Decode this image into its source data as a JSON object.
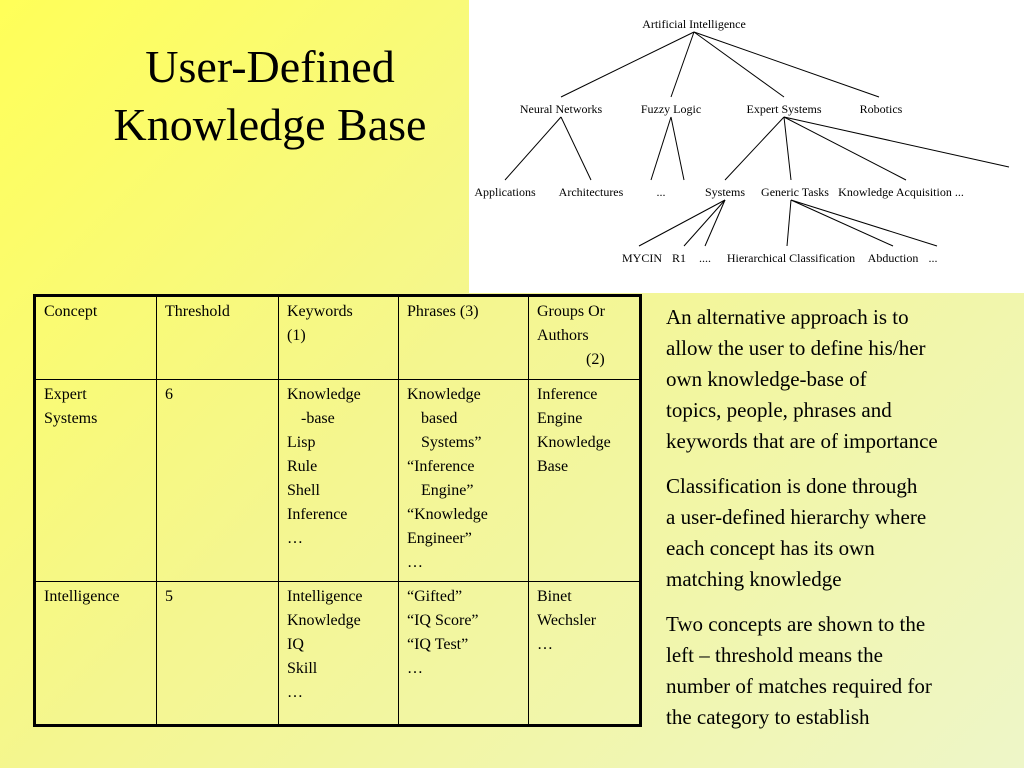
{
  "title": {
    "line1": "User-Defined",
    "line2": "Knowledge Base"
  },
  "tree": {
    "root": "Artificial Intelligence",
    "level1": [
      "Neural Networks",
      "Fuzzy Logic",
      "Expert Systems",
      "Robotics"
    ],
    "level2": [
      "Applications",
      "Architectures",
      "...",
      "Systems",
      "Generic Tasks",
      "Knowledge Acquisition ..."
    ],
    "level3": [
      "MYCIN",
      "R1",
      "....",
      "Hierarchical Classification",
      "Abduction",
      "..."
    ]
  },
  "table": {
    "headers": {
      "concept": "Concept",
      "threshold": "Threshold",
      "keywords": [
        "Keywords",
        "(1)"
      ],
      "phrases": "Phrases (3)",
      "groups": [
        "Groups Or",
        "Authors",
        "(2)"
      ]
    },
    "rows": [
      {
        "concept": [
          "Expert",
          "Systems"
        ],
        "threshold": "6",
        "keywords": [
          "Knowledge",
          "-base",
          "Lisp",
          "Rule",
          "Shell",
          "Inference",
          "…"
        ],
        "phrases": [
          "Knowledge",
          "based",
          "Systems”",
          "“Inference",
          "Engine”",
          "“Knowledge",
          "Engineer”",
          "…"
        ],
        "groups": [
          "Inference",
          "Engine",
          "Knowledge",
          "Base"
        ]
      },
      {
        "concept": [
          "Intelligence"
        ],
        "threshold": "5",
        "keywords": [
          "Intelligence",
          "Knowledge",
          "IQ",
          "Skill",
          "…"
        ],
        "phrases": [
          "“Gifted”",
          "“IQ Score”",
          "“IQ Test”",
          "…"
        ],
        "groups": [
          "Binet",
          "Wechsler",
          "…"
        ]
      }
    ]
  },
  "side_text": {
    "p1": [
      "An alternative approach is to",
      "allow the user to define his/her",
      "own knowledge-base of",
      "topics, people, phrases and",
      "keywords that are of importance"
    ],
    "p2": [
      "Classification is done through",
      "a user-defined hierarchy where",
      "each concept has its own",
      "matching knowledge"
    ],
    "p3": [
      "Two concepts are shown to the",
      "left – threshold means the",
      "number of matches required for",
      "the category to establish"
    ]
  }
}
